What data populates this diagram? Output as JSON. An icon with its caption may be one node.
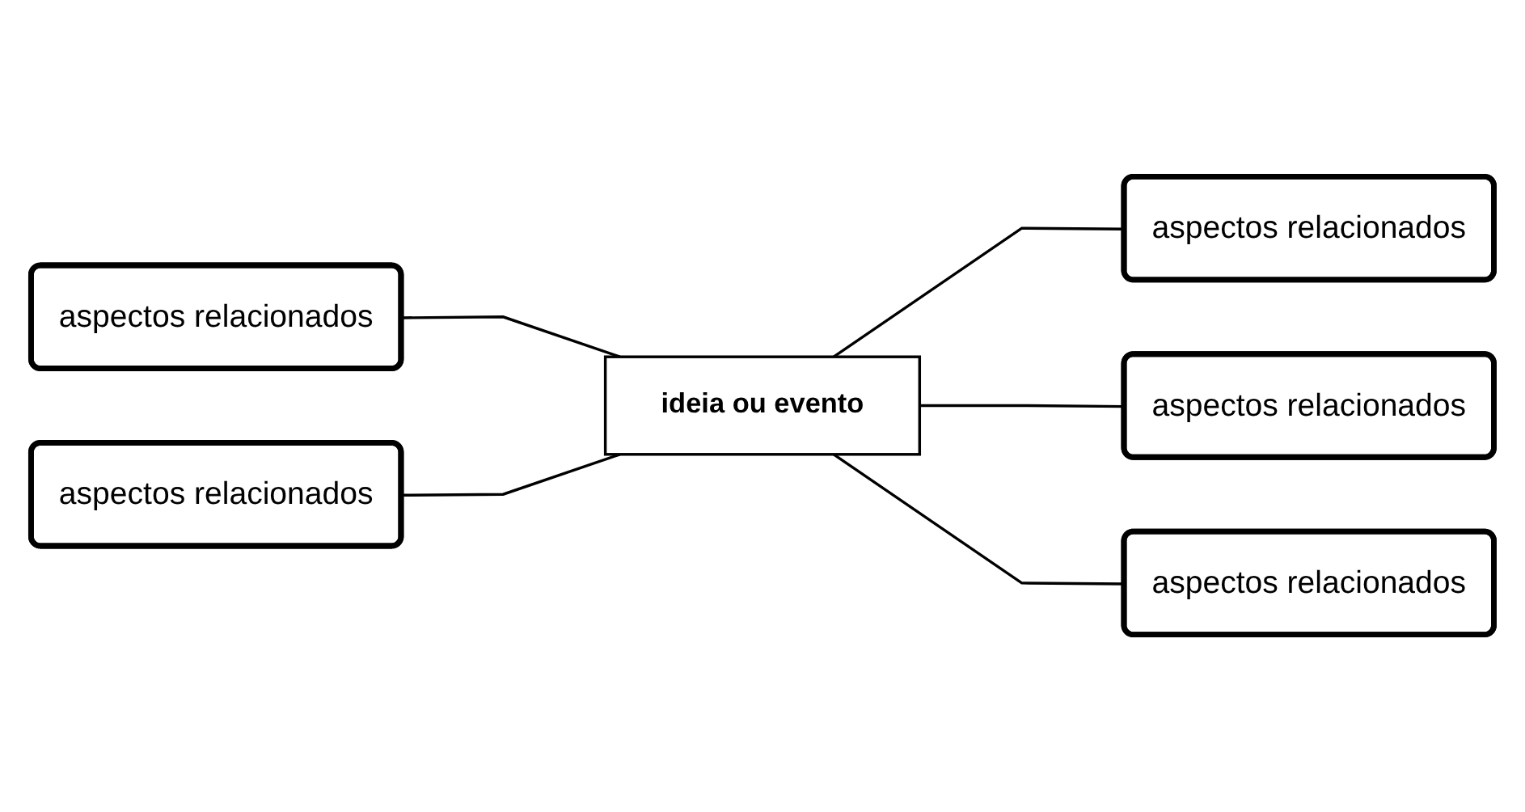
{
  "diagram": {
    "nodes": [
      {
        "text": [
          "aspectos relacionados"
        ]
      },
      {
        "text": [
          "aspectos relacionados"
        ]
      },
      {
        "text": [
          "ideia ou evento"
        ]
      },
      {
        "text": [
          "aspectos relacionados"
        ]
      },
      {
        "text": [
          "aspectos relacionados"
        ]
      },
      {
        "text": [
          "aspectos relacionados"
        ]
      }
    ],
    "edges": [
      {
        "from": 0,
        "to": 2,
        "arrow": "none"
      },
      {
        "from": 1,
        "to": 2,
        "arrow": "none"
      },
      {
        "from": 2,
        "to": 3,
        "arrow": "none"
      },
      {
        "from": 2,
        "to": 4,
        "arrow": "none"
      },
      {
        "from": 2,
        "to": 5,
        "arrow": "none"
      }
    ]
  }
}
